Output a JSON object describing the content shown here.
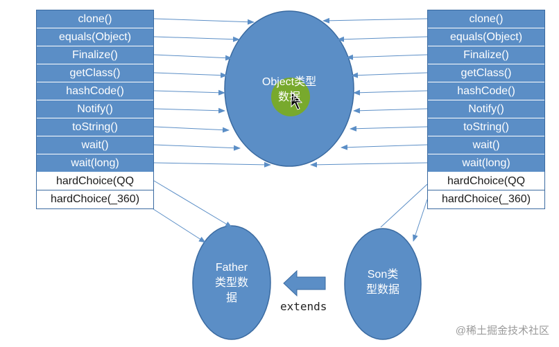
{
  "left_methods": [
    "clone()",
    "equals(Object)",
    "Finalize()",
    "getClass()",
    "hashCode()",
    "Notify()",
    "toString()",
    "wait()",
    "wait(long)",
    "hardChoice(QQ",
    "hardChoice(_360)"
  ],
  "right_methods": [
    "clone()",
    "equals(Object)",
    "Finalize()",
    "getClass()",
    "hashCode()",
    "Notify()",
    "toString()",
    "wait()",
    "wait(long)",
    "hardChoice(QQ",
    "hardChoice(_360)"
  ],
  "object_label_line1": "Object类型",
  "object_label_line2": "数据",
  "father_label": [
    "Father",
    "类型数",
    "据"
  ],
  "son_label": [
    "Son类",
    "型数据"
  ],
  "extends_label": "extends",
  "watermark": "@稀土掘金技术社区",
  "colors": {
    "blue_fill": "#5b8ec6",
    "blue_stroke": "#3a6aa0",
    "highlight": "#7aab25",
    "cursor": "#000000"
  }
}
